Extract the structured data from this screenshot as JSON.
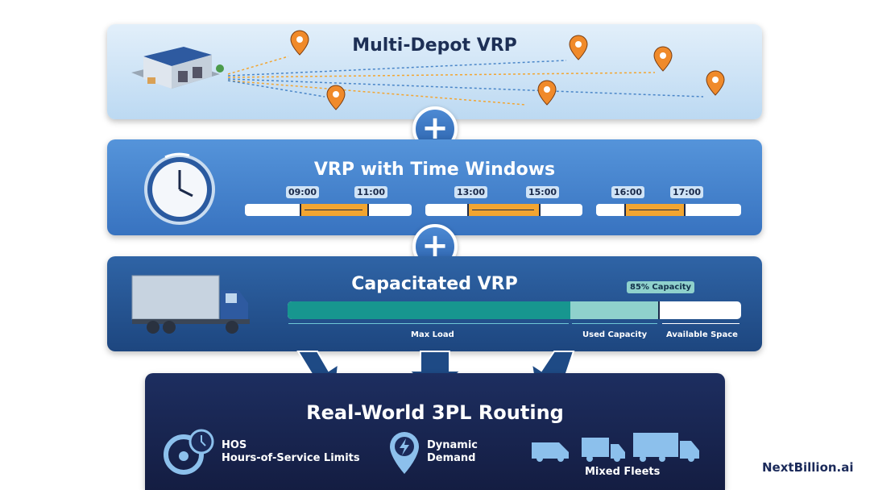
{
  "panels": {
    "multi_depot": {
      "title": "Multi-Depot VRP"
    },
    "time_windows": {
      "title": "VRP with Time Windows",
      "windows": [
        {
          "start": "09:00",
          "end": "11:00"
        },
        {
          "start": "13:00",
          "end": "15:00"
        },
        {
          "start": "16:00",
          "end": "17:00"
        }
      ]
    },
    "capacitated": {
      "title": "Capacitated VRP",
      "capacity_label": "85% Capacity",
      "capacity_percent": 85,
      "segments": [
        "Max Load",
        "Used Capacity",
        "Available Space"
      ]
    },
    "real_world": {
      "title": "Real-World 3PL Routing",
      "features": [
        {
          "line1": "HOS",
          "line2": "Hours-of-Service Limits",
          "icon": "steering-wheel-clock-icon"
        },
        {
          "line1": "Dynamic",
          "line2": "Demand",
          "icon": "lightning-pin-icon"
        },
        {
          "line1": "Mixed Fleets",
          "icon": "vehicles-icon"
        }
      ]
    }
  },
  "connectors": {
    "plus": "+"
  },
  "logo": {
    "text": "NextBillion.ai"
  },
  "colors": {
    "accent_orange": "#f2a531",
    "teal": "#17968f",
    "navy": "#1b2a5a"
  }
}
